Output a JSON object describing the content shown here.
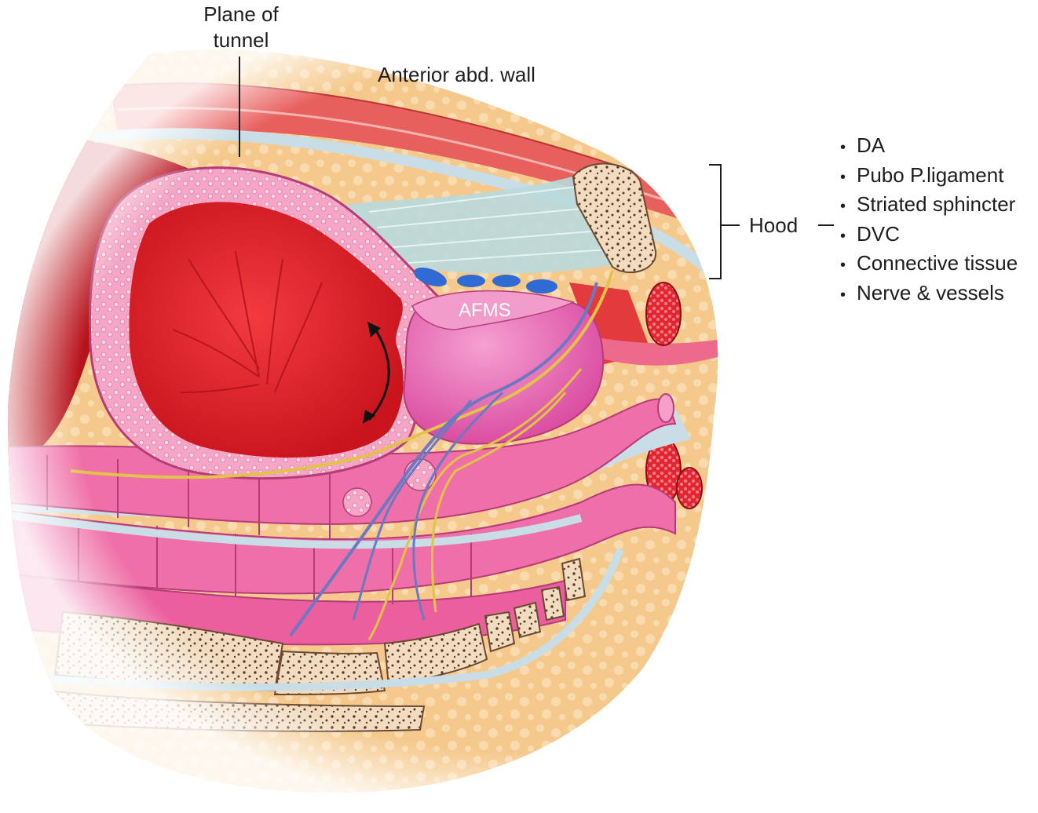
{
  "labels": {
    "plane_of_tunnel_line1": "Plane of",
    "plane_of_tunnel_line2": "tunnel",
    "anterior_abd_wall": "Anterior abd. wall",
    "afms": "AFMS",
    "hood": "Hood"
  },
  "hood_components": [
    "DA",
    "Pubo P.ligament",
    "Striated sphincter",
    "DVC",
    "Connective tissue",
    "Nerve & vessels"
  ],
  "bullet_glyph": "•",
  "colors": {
    "fat": "#f5c98c",
    "muscle": "#e8605e",
    "bladder_lumen": "#e4252d",
    "bladder_wall": "#f08ab0",
    "prostate": "#e966b4",
    "rectum": "#ef6fa8",
    "fascia": "#c8dde6",
    "bone": "#f1dcc1",
    "nerve": "#e3c248",
    "vessel": "#6b79c2",
    "dvc": "#2f6bd3",
    "text": "#1e1e1e"
  }
}
